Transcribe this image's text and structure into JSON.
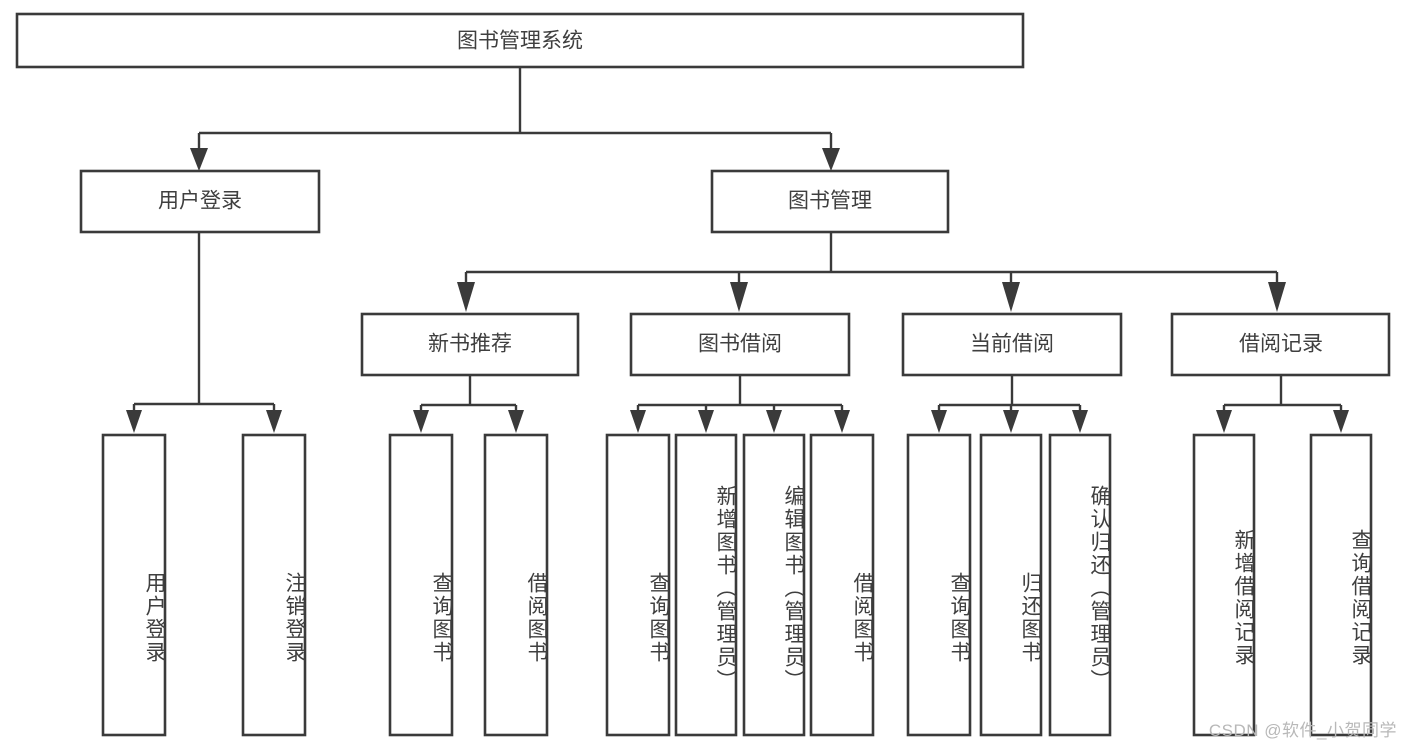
{
  "diagram": {
    "type": "tree-hierarchy",
    "title": "图书管理系统",
    "watermark": "CSDN @软件_小贺同学",
    "colors": {
      "background": "#ffffff",
      "box_stroke": "#3a3a3a",
      "box_fill": "#ffffff",
      "text": "#3f3f3f",
      "connector": "#3a3a3a",
      "watermark": "#b8b8b8"
    },
    "root": {
      "label": "图书管理系统"
    },
    "level1": [
      {
        "label": "用户登录"
      },
      {
        "label": "图书管理"
      }
    ],
    "level2": [
      {
        "label": "新书推荐",
        "parent": "图书管理"
      },
      {
        "label": "图书借阅",
        "parent": "图书管理"
      },
      {
        "label": "当前借阅",
        "parent": "图书管理"
      },
      {
        "label": "借阅记录",
        "parent": "图书管理"
      }
    ],
    "leaves": {
      "用户登录": [
        {
          "label": "用户登录"
        },
        {
          "label": "注销登录"
        }
      ],
      "新书推荐": [
        {
          "label": "查询图书"
        },
        {
          "label": "借阅图书"
        }
      ],
      "图书借阅": [
        {
          "label": "查询图书"
        },
        {
          "label": "新增图书（管理员）"
        },
        {
          "label": "编辑图书（管理员）"
        },
        {
          "label": "借阅图书"
        }
      ],
      "当前借阅": [
        {
          "label": "查询图书"
        },
        {
          "label": "归还图书"
        },
        {
          "label": "确认归还（管理员）"
        }
      ],
      "借阅记录": [
        {
          "label": "新增借阅记录"
        },
        {
          "label": "查询借阅记录"
        }
      ]
    }
  }
}
